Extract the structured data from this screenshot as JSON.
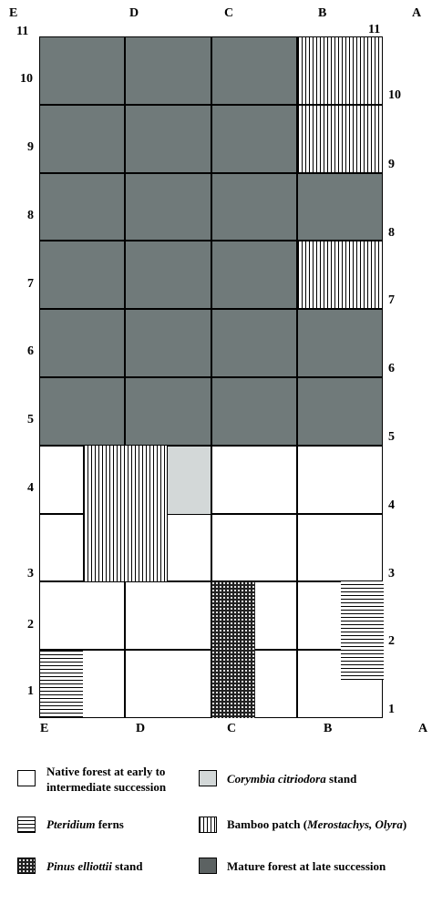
{
  "columns_top": [
    "E",
    "D",
    "C",
    "B",
    "A"
  ],
  "columns_bottom": [
    "E",
    "D",
    "C",
    "B",
    "A"
  ],
  "rows_left": [
    "11",
    "10",
    "9",
    "8",
    "7",
    "6",
    "5",
    "4",
    "3",
    "2",
    "1"
  ],
  "rows_right": [
    "11",
    "10",
    "9",
    "8",
    "7",
    "6",
    "5",
    "4",
    "3",
    "2",
    "1"
  ],
  "legend": {
    "native": "Native forest at early to intermediate succession",
    "native_line1": "Native forest at early to",
    "native_line2": "intermediate succession",
    "corymbia_name": "Corymbia citriodora",
    "corymbia_suffix": " stand",
    "pteridium_name": "Pteridium",
    "pteridium_suffix": " ferns",
    "bamboo_prefix": "Bamboo patch (",
    "bamboo_names": "Merostachys, Olyra",
    "bamboo_suffix": ")",
    "pinus_name": "Pinus elliottii",
    "pinus_suffix": " stand",
    "mature": "Mature forest at late succession"
  },
  "colors": {
    "mature_forest": "#707a7a",
    "corymbia": "#d3d8d8",
    "native_forest": "#ffffff"
  }
}
